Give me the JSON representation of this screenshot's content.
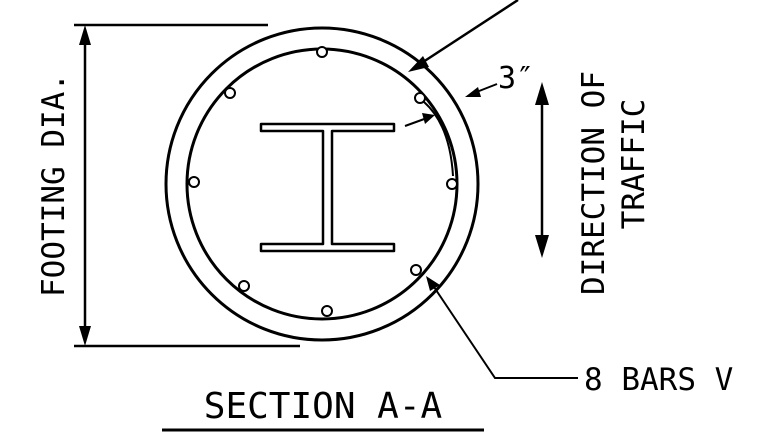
{
  "drawing": {
    "dimension_label": "FOOTING DIA.",
    "cover_label": "3″",
    "traffic_label_line1": "DIRECTION OF",
    "traffic_label_line2": "TRAFFIC",
    "bars_label": "8 BARS V",
    "section_title": "SECTION A-A",
    "rebar_count": 8,
    "colors": {
      "ink": "#000000",
      "paper": "#ffffff"
    }
  }
}
